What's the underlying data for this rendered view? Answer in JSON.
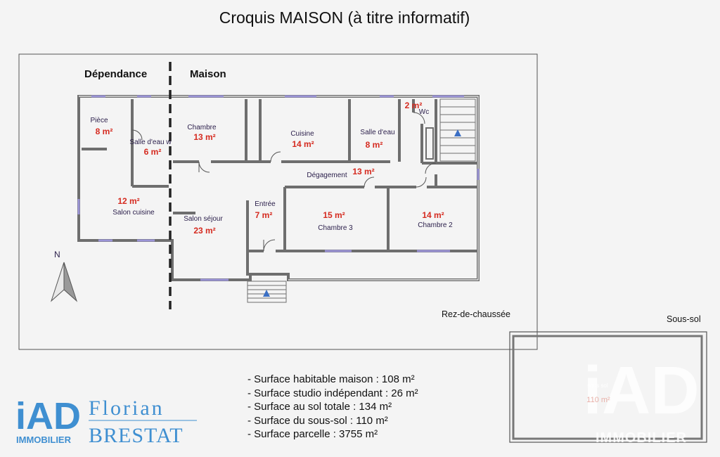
{
  "title": "Croquis MAISON (à titre informatif)",
  "sections": {
    "dependance": "Dépendance",
    "maison": "Maison"
  },
  "level_labels": {
    "ground": "Rez-de-chaussée",
    "basement": "Sous-sol"
  },
  "compass": "N",
  "rooms": {
    "piece": {
      "name": "Pièce",
      "area": "8 m²"
    },
    "salle_eau_dep": {
      "name": "Salle d'eau w",
      "area": "6 m²"
    },
    "salon_cuisine": {
      "name": "Salon cuisine",
      "area": "12 m²"
    },
    "chambre1": {
      "name": "Chambre",
      "area": "13 m²"
    },
    "cuisine": {
      "name": "Cuisine",
      "area": "14 m²"
    },
    "salle_eau": {
      "name": "Salle d'eau",
      "area": "8 m²"
    },
    "wc": {
      "name": "Wc",
      "area": "2 m²"
    },
    "degagement": {
      "name": "Dégagement",
      "area": "13 m²"
    },
    "entree": {
      "name": "Entrée",
      "area": "7 m²"
    },
    "salon_sejour": {
      "name": "Salon séjour",
      "area": "23 m²"
    },
    "chambre3": {
      "name": "Chambre 3",
      "area": "15 m²"
    },
    "chambre2": {
      "name": "Chambre 2",
      "area": "14 m²"
    },
    "sous_sol": {
      "name": "sous sol",
      "area": "110 m²"
    }
  },
  "notes": [
    "- Surface habitable maison : 108 m²",
    "- Surface studio indépendant : 26 m²",
    "- Surface au sol totale : 134 m²",
    "- Surface du sous-sol : 110 m²",
    "- Surface parcelle : 3755 m²"
  ],
  "brand": {
    "logo": "iAD",
    "tagline": "IMMOBILIER",
    "first_name": "Florian",
    "last_name": "BRESTAT"
  },
  "watermark": {
    "logo": "iAD",
    "tagline": "IMMOBILIER"
  },
  "colors": {
    "wall": "#6e6e6e",
    "area": "#d52a1f",
    "room_name": "#2a1e4a",
    "brand_blue": "#3f8fd1",
    "window": "#9c95d8"
  }
}
